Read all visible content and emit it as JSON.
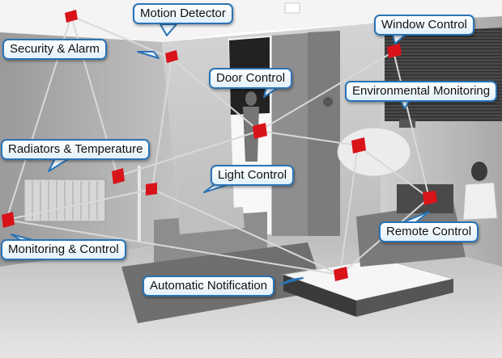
{
  "labels": {
    "motion_detector": "Motion Detector",
    "security_alarm": "Security &  Alarm",
    "window_control": "Window Control",
    "door_control": "Door Control",
    "environmental_monitoring": "Environmental Monitoring",
    "radiators_temperature": "Radiators & Temperature",
    "light_control": "Light Control",
    "remote_control": "Remote Control",
    "monitoring_control": "Monitoring & Control",
    "automatic_notification": "Automatic Notification"
  },
  "colors": {
    "callout_border": "#2a73b5",
    "callout_fill": "#e2f1fb",
    "device_red": "#d8141a",
    "link_line": "#d9d9d9"
  }
}
